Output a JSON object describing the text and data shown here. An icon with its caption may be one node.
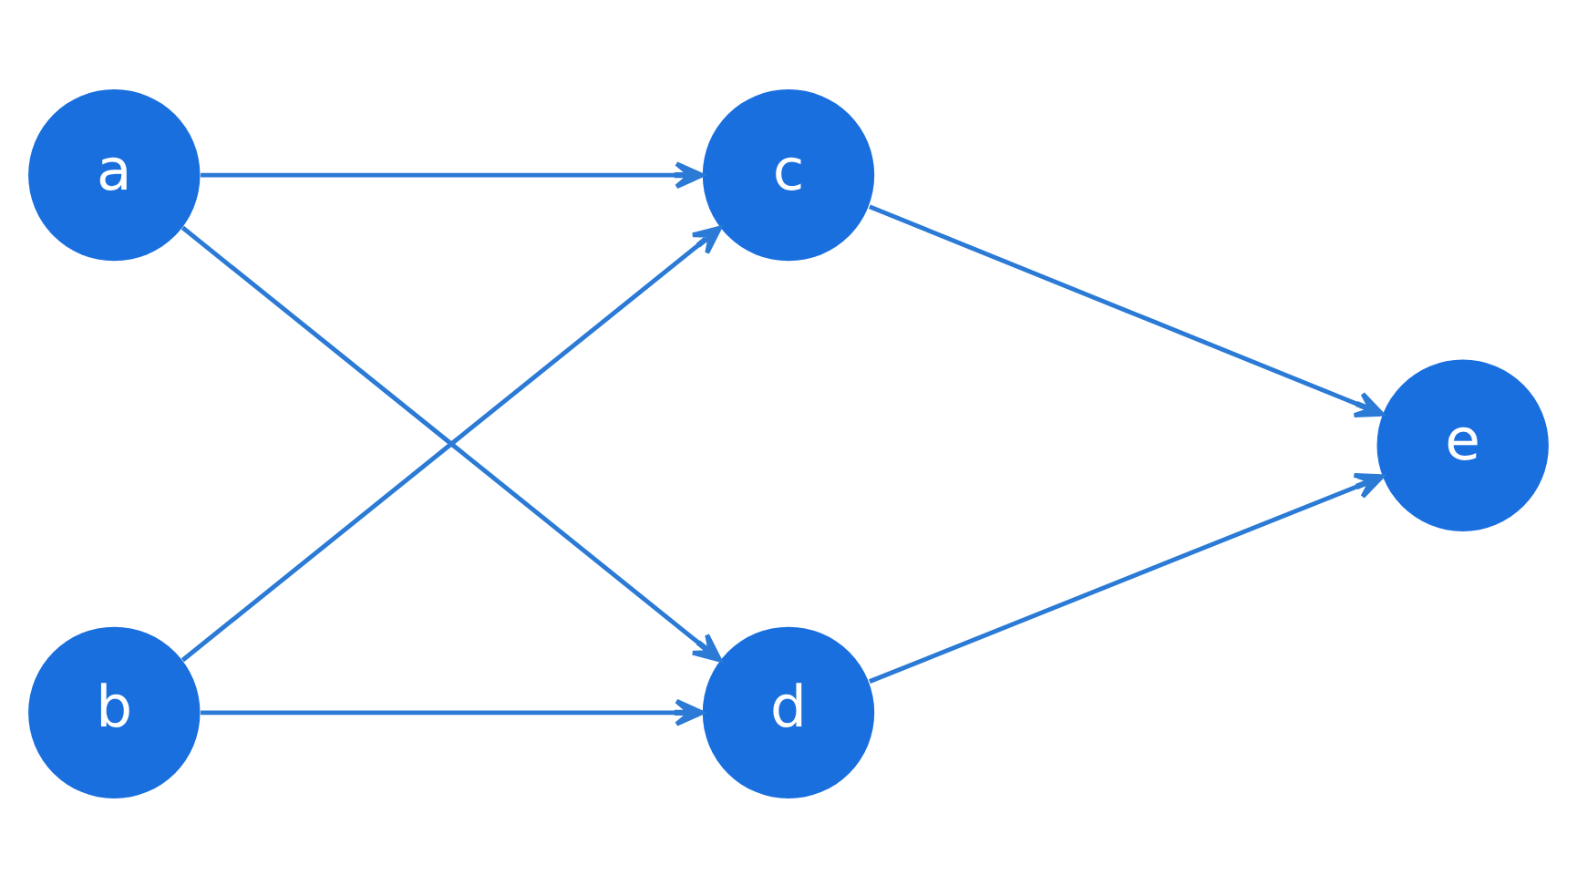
{
  "diagram": {
    "nodes": [
      {
        "text": [
          "a"
        ]
      },
      {
        "text": [
          "b"
        ]
      },
      {
        "text": [
          "c"
        ]
      },
      {
        "text": [
          "d"
        ]
      },
      {
        "text": [
          "e"
        ]
      }
    ],
    "edges": [
      {
        "from": 0,
        "to": 2,
        "arrow": "to"
      },
      {
        "from": 0,
        "to": 3,
        "arrow": "to"
      },
      {
        "from": 1,
        "to": 2,
        "arrow": "to"
      },
      {
        "from": 1,
        "to": 3,
        "arrow": "to"
      },
      {
        "from": 2,
        "to": 4,
        "arrow": "to"
      },
      {
        "from": 3,
        "to": 4,
        "arrow": "to"
      }
    ]
  }
}
